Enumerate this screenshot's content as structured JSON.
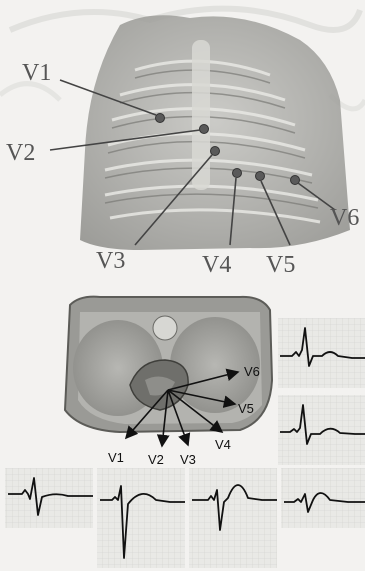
{
  "upper_figure": {
    "labels": [
      "V1",
      "V2",
      "V3",
      "V4",
      "V5",
      "V6"
    ]
  },
  "lower_figure": {
    "labels": [
      "V1",
      "V2",
      "V3",
      "V4",
      "V5",
      "V6"
    ]
  },
  "colors": {
    "background": "#f3f2f0",
    "illustration": "#a9a9a6",
    "ink": "#111111",
    "grid": "#d0d0cc"
  }
}
